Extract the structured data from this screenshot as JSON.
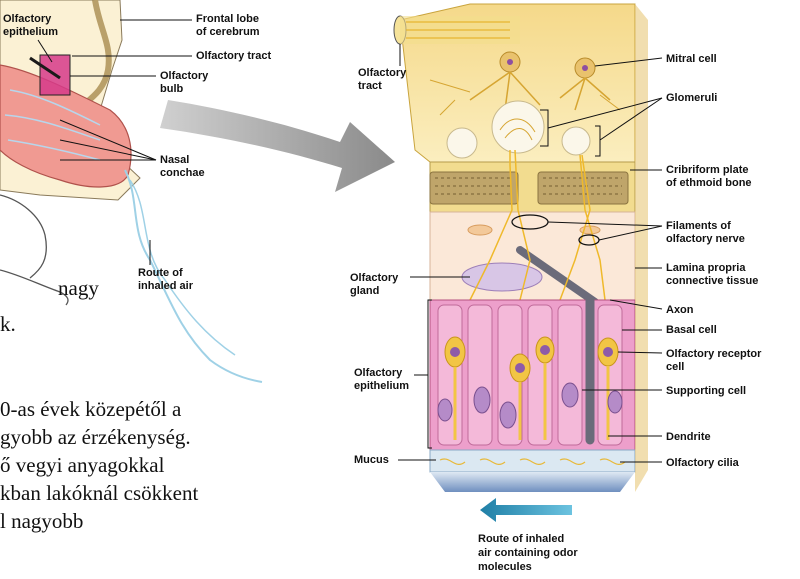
{
  "left_inset_labels": {
    "olfactory_epithelium": [
      "Olfactory",
      "epithelium"
    ],
    "frontal_lobe": [
      "Frontal lobe",
      "of cerebrum"
    ],
    "olfactory_tract": "Olfactory tract",
    "olfactory_bulb": [
      "Olfactory",
      "bulb"
    ],
    "nasal_conchae": [
      "Nasal",
      "conchae"
    ],
    "route_inhaled_air": [
      "Route of",
      "inhaled air"
    ]
  },
  "detail_left_labels": {
    "olfactory_tract": [
      "Olfactory",
      "tract"
    ],
    "olfactory_gland": [
      "Olfactory",
      "gland"
    ],
    "olfactory_epithelium": [
      "Olfactory",
      "epithelium"
    ],
    "mucus": "Mucus"
  },
  "detail_right_labels": {
    "mitral_cell": "Mitral cell",
    "glomeruli": "Glomeruli",
    "cribriform": [
      "Cribriform plate",
      "of ethmoid bone"
    ],
    "filaments": [
      "Filaments of",
      "olfactory nerve"
    ],
    "lamina": [
      "Lamina propria",
      "connective tissue"
    ],
    "axon": "Axon",
    "basal_cell": "Basal cell",
    "receptor_cell": [
      "Olfactory receptor",
      "cell"
    ],
    "supporting_cell": "Supporting cell",
    "dendrite": "Dendrite",
    "cilia": "Olfactory cilia"
  },
  "bottom_caption": [
    "Route of inhaled",
    "air containing odor",
    "molecules"
  ],
  "body_text": {
    "line1": "nagy",
    "line2": "k.",
    "line3": "0-as  évek  közepétől  a",
    "line4": "gyobb az érzékenység.",
    "line5": "ő      vegyi      anyagokkal",
    "line6": "kban lakóknál csökkent",
    "line7": "l        nagyobb"
  },
  "colors": {
    "arrow_blue": "#2a8fb3",
    "bone": "#e7cf7a",
    "epithelium_pink": "#e88bb8",
    "mucus_blue": "#a9c6e0",
    "nerve_yellow": "#f2c230"
  }
}
